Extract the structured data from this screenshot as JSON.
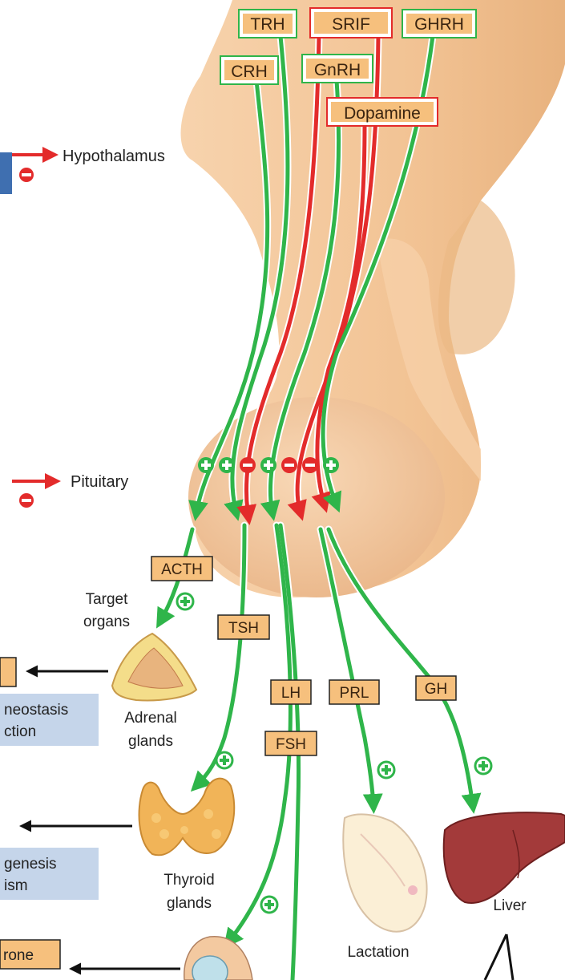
{
  "hypothalamic_hormones": {
    "trh": "TRH",
    "srif": "SRIF",
    "ghrh": "GHRH",
    "crh": "CRH",
    "gnrh": "GnRH",
    "dopamine": "Dopamine"
  },
  "pituitary_hormones": {
    "acth": "ACTH",
    "tsh": "TSH",
    "lh": "LH",
    "prl": "PRL",
    "gh": "GH",
    "fsh": "FSH"
  },
  "regions": {
    "hypothalamus": "Hypothalamus",
    "pituitary": "Pituitary"
  },
  "organs": {
    "target_organs_line1": "Target",
    "target_organs_line2": "organs",
    "adrenal_line1": "Adrenal",
    "adrenal_line2": "glands",
    "thyroid_line1": "Thyroid",
    "thyroid_line2": "glands",
    "lactation": "Lactation",
    "liver": "Liver"
  },
  "left_edge": {
    "homeostasis_line1": "neostasis",
    "homeostasis_line2": "ction",
    "genesis_line1": "genesis",
    "genesis_line2": "ism",
    "hormone_box": "rone"
  },
  "colors": {
    "stimulate": "#2fb54a",
    "inhibit": "#e32b2b",
    "tissue": "#f3c79d",
    "box_fill": "#f6c07d",
    "sidebox": "#c5d5ea"
  }
}
